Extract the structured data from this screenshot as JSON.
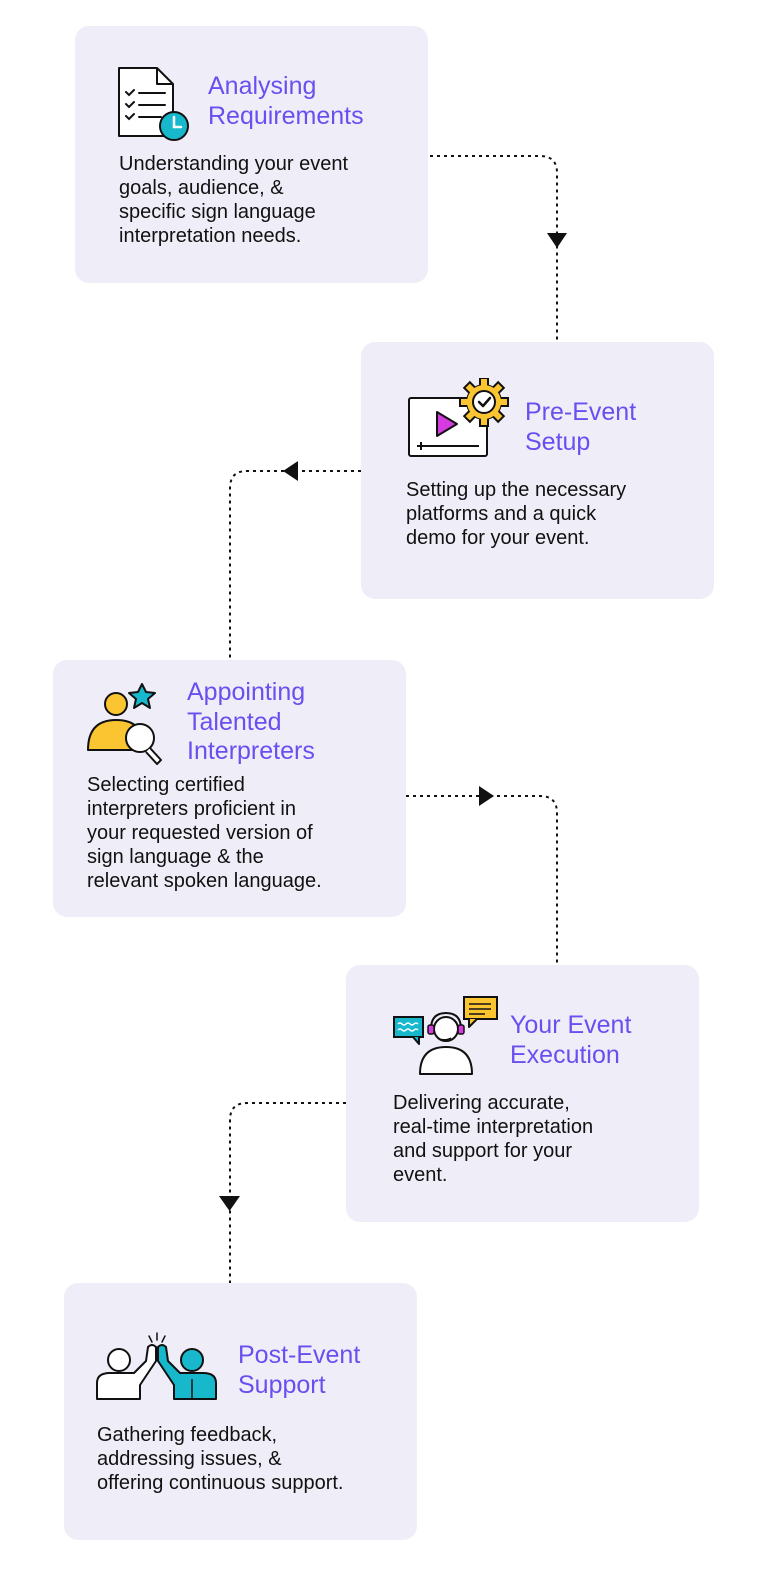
{
  "steps": [
    {
      "title": "Analysing\nRequirements",
      "description": "Understanding your event\ngoals, audience, &\nspecific sign language\ninterpretation needs.",
      "icon": "checklist-clock-icon"
    },
    {
      "title": "Pre-Event\nSetup",
      "description": "Setting up the necessary\nplatforms and a quick\ndemo for your event.",
      "icon": "video-gear-icon"
    },
    {
      "title": "Appointing\nTalented\nInterpreters",
      "description": "Selecting certified\ninterpreters proficient in\nyour requested version of\nsign language & the\nrelevant spoken language.",
      "icon": "person-search-icon"
    },
    {
      "title": "Your Event\nExecution",
      "description": "Delivering accurate,\nreal-time interpretation\nand support for your\nevent.",
      "icon": "headset-chat-icon"
    },
    {
      "title": "Post-Event\nSupport",
      "description": "Gathering feedback,\naddressing issues, &\noffering continuous support.",
      "icon": "high-five-icon"
    }
  ],
  "colors": {
    "card_background": "#efeef8",
    "title": "#6b4ef0",
    "text": "#111111",
    "accent_yellow": "#fbc531",
    "accent_teal": "#17b8cc",
    "accent_magenta": "#d63be0"
  }
}
